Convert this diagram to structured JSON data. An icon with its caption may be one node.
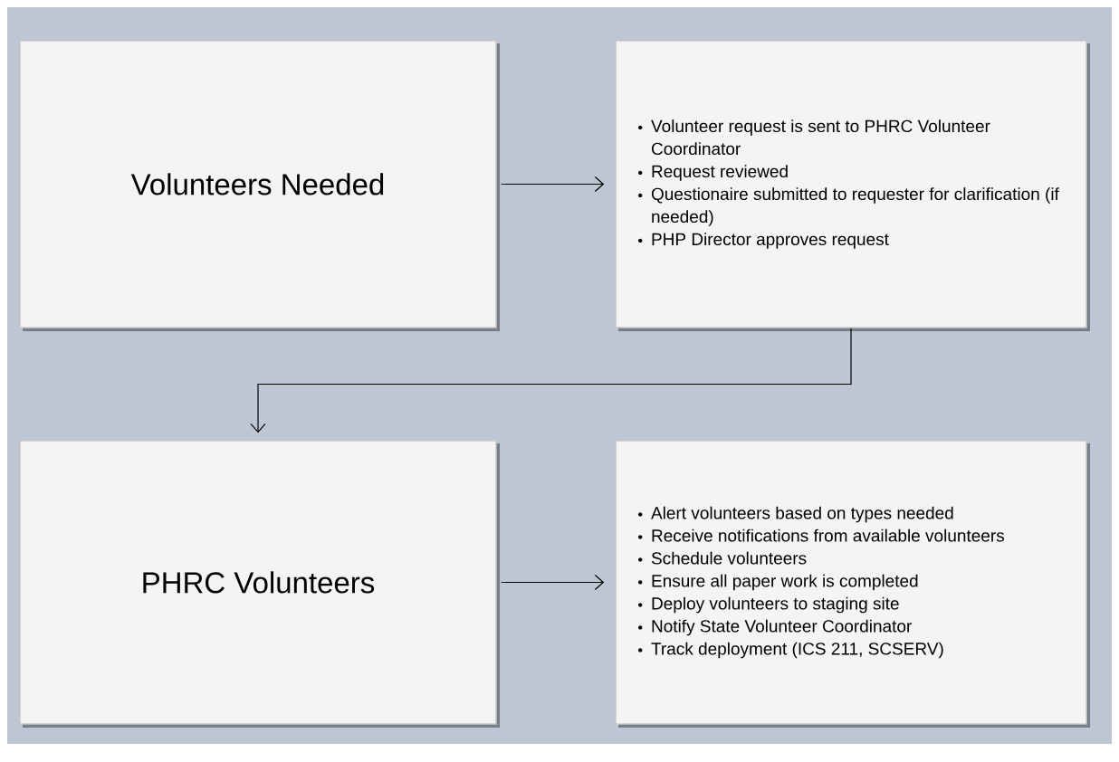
{
  "diagram": {
    "nodes": [
      {
        "text": [
          "Volunteers Needed"
        ]
      },
      {
        "text": [
          "Volunteer request is sent to PHRC Volunteer Coordinator",
          "Request reviewed",
          "Questionaire submitted to requester for clarification (if needed)",
          "PHP Director approves request"
        ]
      },
      {
        "text": [
          "PHRC Volunteers"
        ]
      },
      {
        "text": [
          "Alert volunteers based on types needed",
          "Receive notifications from available volunteers",
          "Schedule volunteers",
          "Ensure all paper work is completed",
          "Deploy volunteers to staging site",
          "Notify State Volunteer Coordinator",
          "Track deployment (ICS 211, SCSERV)"
        ]
      }
    ],
    "edges": [
      {
        "from": 0,
        "to": 1,
        "arrow": "to"
      },
      {
        "from": 1,
        "to": 2,
        "arrow": "to"
      },
      {
        "from": 2,
        "to": 3,
        "arrow": "to"
      }
    ]
  }
}
